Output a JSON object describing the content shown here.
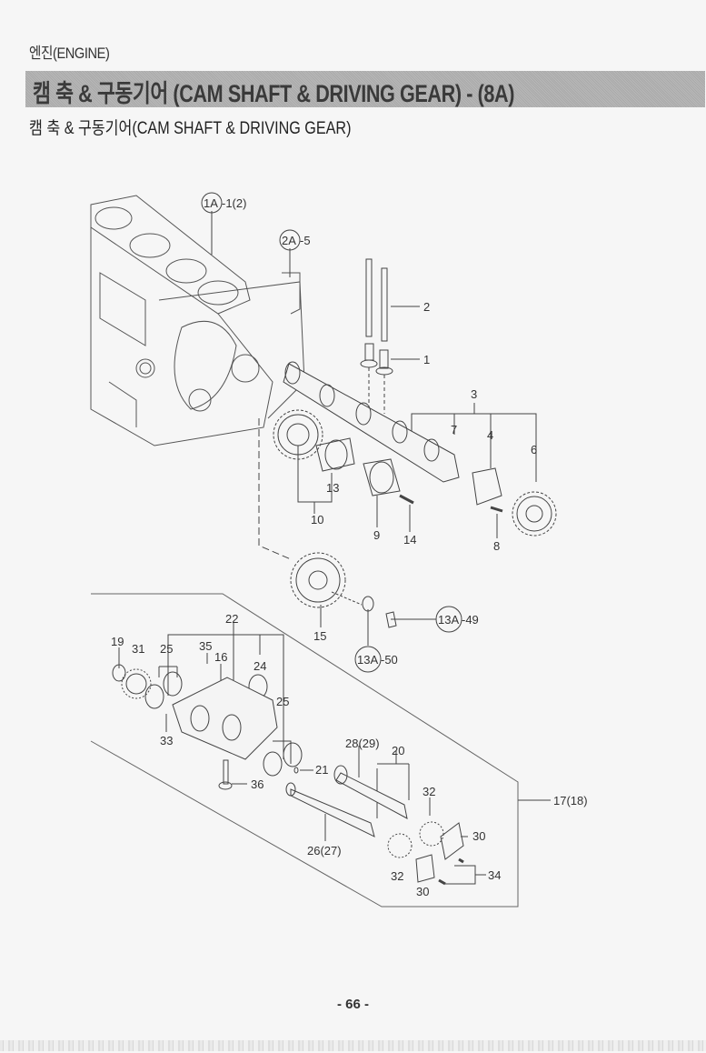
{
  "header": {
    "section": "엔진(ENGINE)",
    "title": "캠 축 & 구동기어 (CAM SHAFT & DRIVING GEAR) - (8A)",
    "subtitle": "캠 축 & 구동기어(CAM SHAFT & DRIVING GEAR)"
  },
  "diagram": {
    "refs": {
      "r1a_circle": "1A",
      "r1a_suffix": "-1(2)",
      "r2a_circle": "2A",
      "r2a_suffix": "-5",
      "r13a49_circle": "13A",
      "r13a49_suffix": "-49",
      "r13a50_circle": "13A",
      "r13a50_suffix": "-50"
    },
    "labels": {
      "p1": "1",
      "p2": "2",
      "p3": "3",
      "p4": "4",
      "p6": "6",
      "p7": "7",
      "p8": "8",
      "p9": "9",
      "p10": "10",
      "p13": "13",
      "p14": "14",
      "p15": "15",
      "p16": "16",
      "p17": "17(18)",
      "p19": "19",
      "p20": "20",
      "p21": "21",
      "p22": "22",
      "p24": "24",
      "p25a": "25",
      "p25b": "25",
      "p26": "26(27)",
      "p28": "28(29)",
      "p30a": "30",
      "p30b": "30",
      "p31": "31",
      "p32a": "32",
      "p32b": "32",
      "p33": "33",
      "p34": "34",
      "p35": "35",
      "p36": "36"
    }
  },
  "footer": {
    "page_number": "- 66 -"
  }
}
